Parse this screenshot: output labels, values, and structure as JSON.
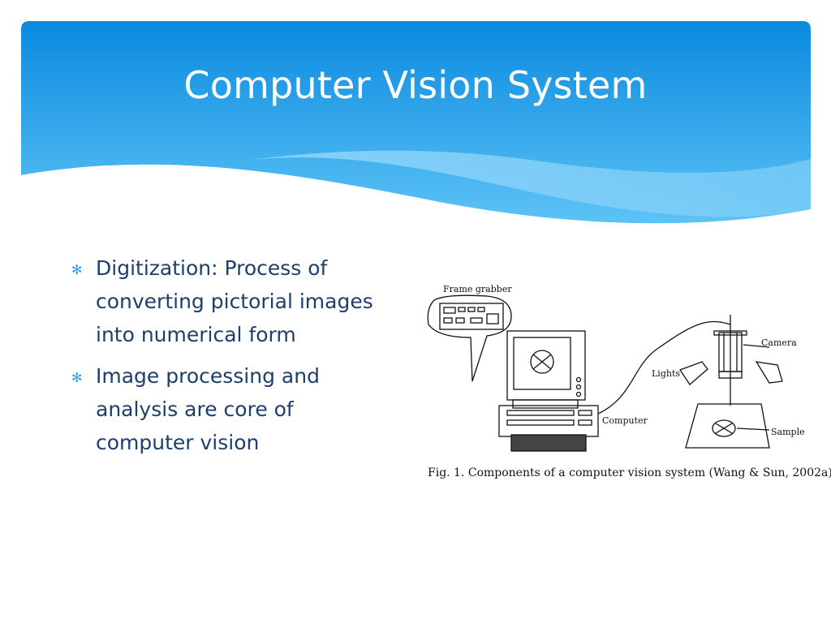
{
  "slide": {
    "title": "Computer Vision System",
    "bullets": [
      {
        "text": "Digitization:  Process of converting pictorial images into numerical form"
      },
      {
        "text": "Image processing and analysis are core of computer vision"
      }
    ],
    "bullet_glyph": "✻",
    "colors": {
      "header_top": "#0b8ae0",
      "header_bottom": "#5cc3f5",
      "title_text": "#ffffff",
      "body_text": "#1c3f6b",
      "bullet": "#2e9fde"
    }
  },
  "figure": {
    "labels": {
      "frame_grabber": "Frame grabber",
      "camera": "Camera",
      "lights": "Lights",
      "computer": "Computer",
      "sample": "Sample"
    },
    "caption": "Fig. 1. Components of a computer vision system (Wang & Sun, 2002a)."
  }
}
